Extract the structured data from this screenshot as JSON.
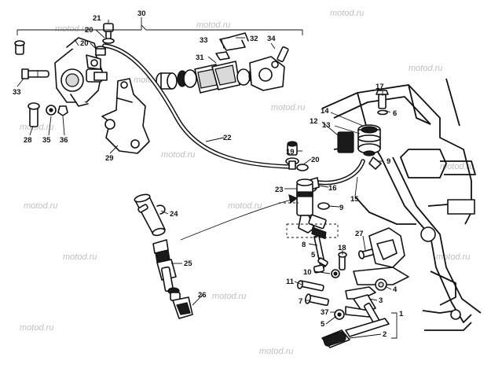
{
  "watermark": "motod.ru",
  "callouts": {
    "c1": "1",
    "c2": "2",
    "c3": "3",
    "c4": "4",
    "c5a": "5",
    "c5b": "5",
    "c6": "6",
    "c7": "7",
    "c8": "8",
    "c9a": "9",
    "c9b": "9",
    "c10": "10",
    "c11": "11",
    "c12": "12",
    "c13": "13",
    "c14": "14",
    "c15": "15",
    "c16": "16",
    "c17": "17",
    "c18": "18",
    "c19": "19",
    "c20a": "20",
    "c20b": "20",
    "c20c": "20",
    "c21": "21",
    "c22": "22",
    "c23": "23",
    "c24": "24",
    "c25": "25",
    "c26": "26",
    "c27": "27",
    "c28": "28",
    "c29": "29",
    "c30": "30",
    "c31": "31",
    "c32": "32",
    "c33a": "33",
    "c33b": "33",
    "c34": "34",
    "c35": "35",
    "c36": "36",
    "c37": "37"
  }
}
